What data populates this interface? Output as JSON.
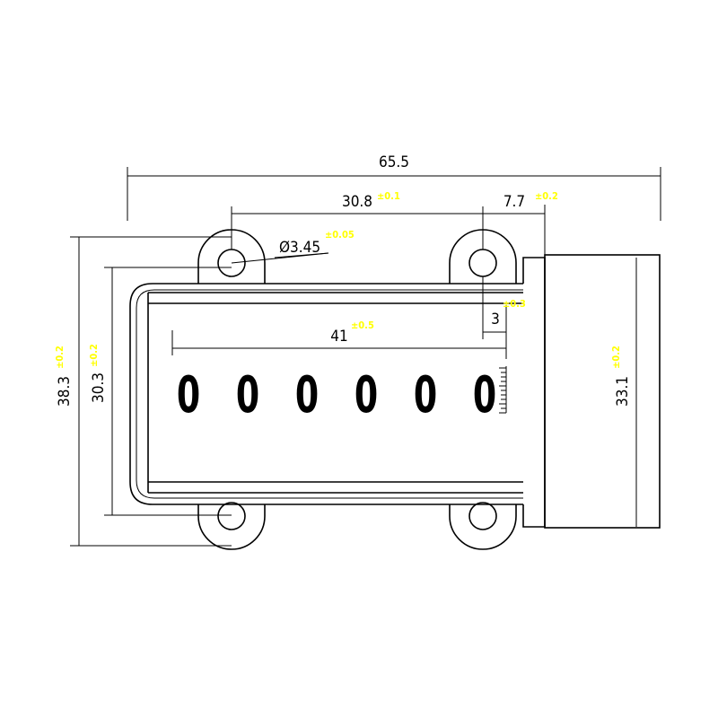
{
  "colors": {
    "line": "#000000",
    "tolerance": "#ffff00"
  },
  "dimensions": {
    "overall_width": {
      "value": "65.5"
    },
    "hole_pitch": {
      "value": "30.8",
      "tolerance": "±0.1"
    },
    "housing_width": {
      "value": "7.7",
      "tolerance": "±0.2"
    },
    "hole_diameter": {
      "value": "Ø3.45",
      "tolerance": "±0.05"
    },
    "end_offset": {
      "value": "3",
      "tolerance": "±0.3"
    },
    "window_width": {
      "value": "41",
      "tolerance": "±0.5"
    },
    "overall_height": {
      "value": "38.3",
      "tolerance": "±0.2"
    },
    "body_height": {
      "value": "30.3",
      "tolerance": "±0.2"
    },
    "housing_height": {
      "value": "33.1",
      "tolerance": "±0.2"
    }
  },
  "counter": {
    "digits": [
      "0",
      "0",
      "0",
      "0",
      "0",
      "0"
    ]
  }
}
